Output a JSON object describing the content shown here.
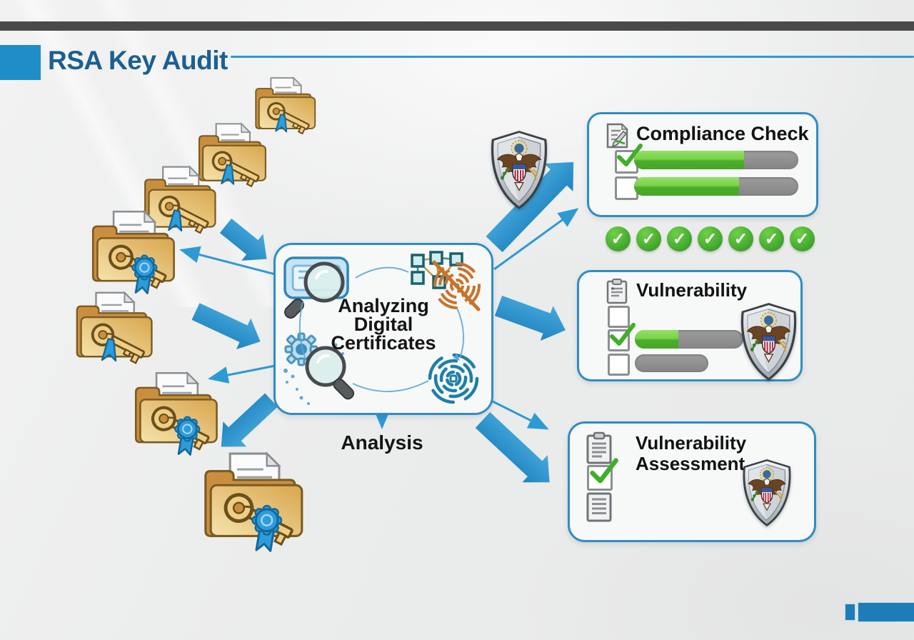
{
  "header": {
    "title": "RSA Key Audit"
  },
  "center": {
    "title_lines": [
      "Analyzing",
      "Digital",
      "Certificates"
    ],
    "caption": "Analysis"
  },
  "compliance": {
    "title": "Compliance Check",
    "rows": [
      {
        "checked": true,
        "pct": 67
      },
      {
        "checked": false,
        "pct": 64
      }
    ],
    "checkmarks": 7,
    "checkmark_glyph": "✓"
  },
  "vulnerability": {
    "title": "Vulnerability",
    "rows": [
      {
        "checked": false
      },
      {
        "checked": true,
        "pct": 40
      },
      {
        "checked": false,
        "pct": 0
      }
    ]
  },
  "assessment": {
    "title_lines": [
      "Vulnerability",
      "Assessment"
    ]
  },
  "colors": {
    "accent_blue": "#2E9AD4",
    "deep_blue": "#1B5F93",
    "arrow_blue": "#2B93D1",
    "progress_green": "#4CAE2B",
    "bar_gray": "#8E8E8E",
    "folder_tan": "#D8A64E",
    "ribbon_blue": "#2D9CDB",
    "signal_orange": "#C8732A",
    "shield_silver": "#C9CFD4"
  }
}
